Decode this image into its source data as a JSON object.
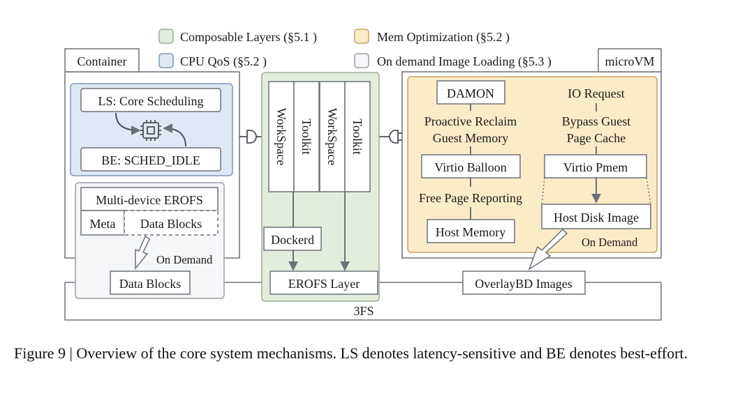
{
  "legend": {
    "composable": "Composable Layers (§5.1 )",
    "cpu_qos": "CPU QoS  (§5.2 )",
    "mem_opt": "Mem Optimization (§5.2 )",
    "on_demand": "On demand Image Loading (§5.3 )"
  },
  "colors": {
    "composable_fill": "#e3eddd",
    "composable_stroke": "#9aae8f",
    "cpu_fill": "#dfe8f4",
    "cpu_stroke": "#7c95bb",
    "mem_fill": "#fbecc8",
    "mem_stroke": "#c8a060",
    "ondemand_fill": "#f5f6f8",
    "ondemand_stroke": "#9a9fa6",
    "line": "#6b7178"
  },
  "container": {
    "title": "Container",
    "ls": "LS: Core Scheduling",
    "be": "BE: SCHED_IDLE",
    "cpu_icon": "cpu-chip-icon",
    "erofs": "Multi-device EROFS",
    "meta": "Meta",
    "data_blocks": "Data Blocks",
    "on_demand": "On Demand",
    "data_blocks_bottom": "Data Blocks"
  },
  "middle": {
    "workspace_1": "WorkSpace",
    "toolkit_1": "Toolkit",
    "workspace_2": "WorkSpace",
    "toolkit_2": "Toolkit",
    "dockerd": "Dockerd",
    "erofs_layer": "EROFS Layer",
    "plug_icon": "plug-connector-icon"
  },
  "microvm": {
    "title": "microVM",
    "damon": "DAMON",
    "proactive_1": "Proactive Reclaim",
    "proactive_2": "Guest Memory",
    "virtio_balloon": "Virtio Balloon",
    "free_page": "Free Page Reporting",
    "host_memory": "Host Memory",
    "io_request": "IO Request",
    "bypass_1": "Bypass Guest",
    "bypass_2": "Page Cache",
    "virtio_pmem": "Virtio Pmem",
    "host_disk": "Host Disk Image",
    "on_demand": "On Demand"
  },
  "overlaybd": "OverlayBD Images",
  "fs3": "3FS",
  "caption": "Figure 9 | Overview of the core system mechanisms. LS denotes latency-sensitive and BE denotes best-effort."
}
